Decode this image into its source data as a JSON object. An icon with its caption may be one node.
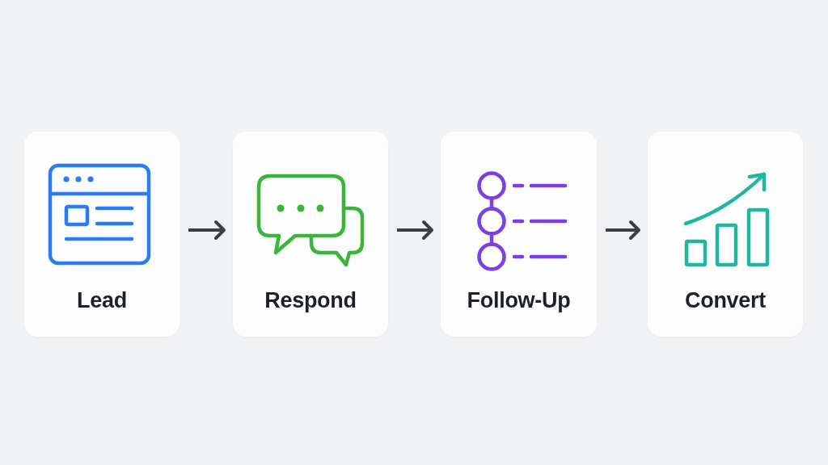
{
  "diagram": {
    "nodes": [
      {
        "text": [
          "Lead"
        ]
      },
      {
        "text": [
          "Respond"
        ]
      },
      {
        "text": [
          "Follow-Up"
        ]
      },
      {
        "text": [
          "Convert"
        ]
      }
    ],
    "edges": [
      {
        "from": 0,
        "to": 1,
        "arrow": "to"
      },
      {
        "from": 1,
        "to": 2,
        "arrow": "to"
      },
      {
        "from": 2,
        "to": 3,
        "arrow": "to"
      }
    ]
  }
}
